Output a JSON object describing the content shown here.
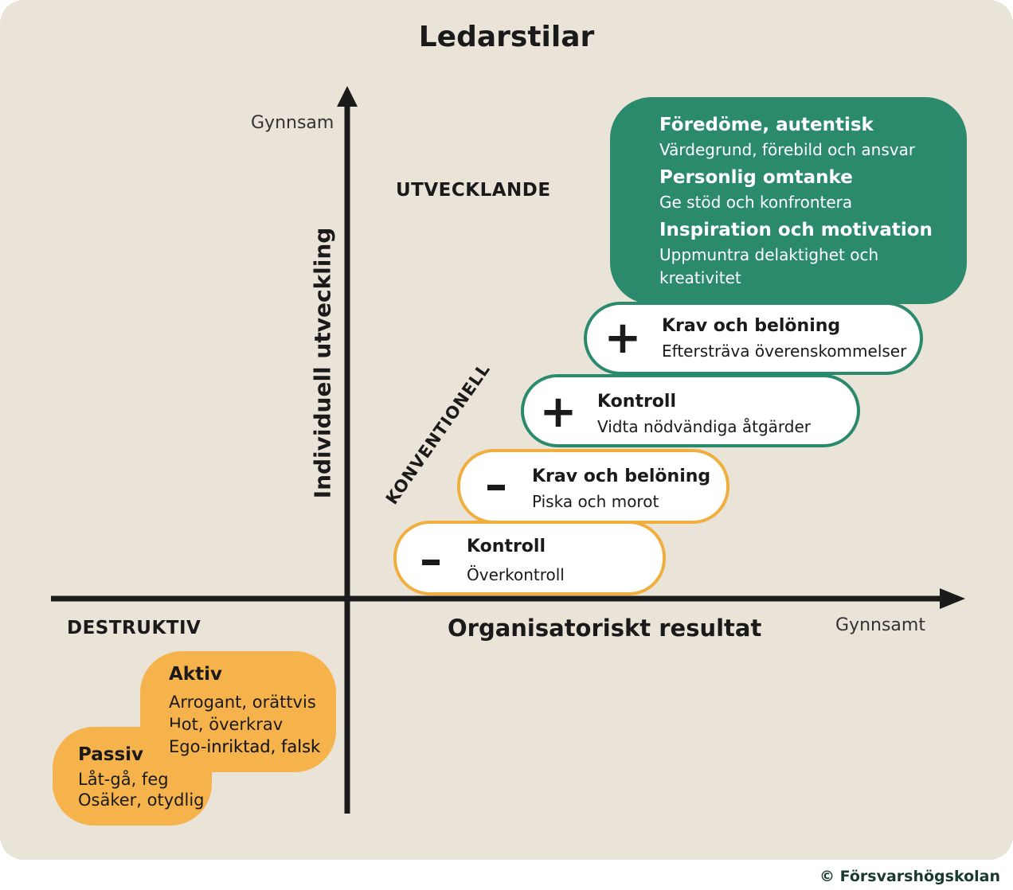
{
  "title": "Ledarstilar",
  "axes": {
    "y_label": "Individuell utveckling",
    "y_top": "Gynnsam",
    "x_label": "Organisatoriskt resultat",
    "x_right": "Gynnsamt"
  },
  "regions": {
    "utvecklande": "UTVECKLANDE",
    "konventionell": "KONVENTIONELL",
    "destruktiv": "DESTRUKTIV"
  },
  "utvecklande_box": {
    "items": [
      {
        "title": "Föredöme, autentisk",
        "desc": "Värdegrund, förebild och ansvar"
      },
      {
        "title": "Personlig omtanke",
        "desc": "Ge stöd och konfrontera"
      },
      {
        "title": "Inspiration och motivation",
        "desc_lines": [
          "Uppmuntra delaktighet och",
          "kreativitet"
        ]
      }
    ],
    "color": "#2b8a6c"
  },
  "konventionell_boxes": [
    {
      "sign": "+",
      "title": "Krav och belöning",
      "desc": "Eftersträva överenskommelser",
      "color": "#2b8a6c"
    },
    {
      "sign": "+",
      "title": "Kontroll",
      "desc": "Vidta nödvändiga åtgärder",
      "color": "#2b8a6c"
    },
    {
      "sign": "–",
      "title": "Krav och belöning",
      "desc": "Piska och morot",
      "color": "#f0ae3e"
    },
    {
      "sign": "–",
      "title": "Kontroll",
      "desc": "Överkontroll",
      "color": "#f0ae3e"
    }
  ],
  "destruktiv_boxes": {
    "aktiv": {
      "title": "Aktiv",
      "lines": [
        "Arrogant, orättvis",
        "Hot, överkrav",
        "Ego-inriktad, falsk"
      ]
    },
    "passiv": {
      "title": "Passiv",
      "lines": [
        "Låt-gå, feg",
        "Osäker, otydlig"
      ]
    },
    "color": "#f7b34b"
  },
  "copyright": "© Försvarshögskolan"
}
